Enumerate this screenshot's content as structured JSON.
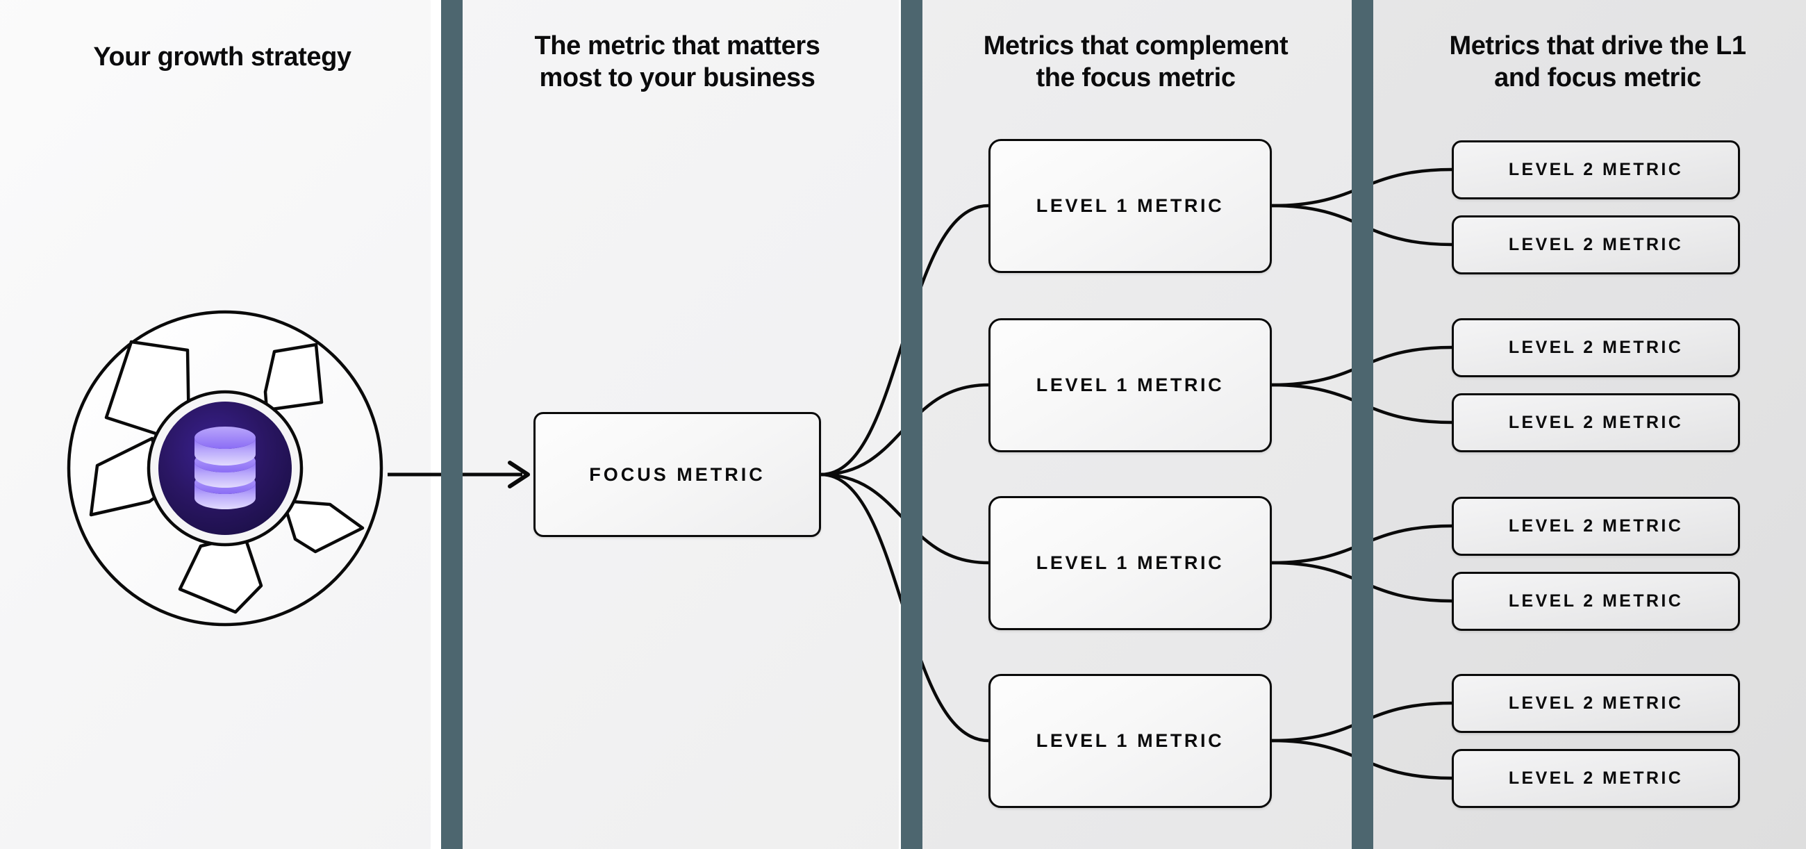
{
  "columns": [
    {
      "id": "growth-strategy",
      "header": "Your growth strategy"
    },
    {
      "id": "focus-metric",
      "header": "The metric that matters most to your business"
    },
    {
      "id": "complementary-metrics",
      "header": "Metrics that complement the focus metric"
    },
    {
      "id": "driver-metrics",
      "header": "Metrics that drive the L1 and focus metric"
    }
  ],
  "headers": {
    "col1": "Your growth strategy",
    "col2_line1": "The metric that matters",
    "col2_line2": "most to your business",
    "col3_line1": "Metrics that complement",
    "col3_line2": "the focus metric",
    "col4_line1": "Metrics that drive the L1",
    "col4_line2": "and focus metric"
  },
  "graphic": {
    "name": "growth-strategy-pinwheel",
    "icon": "database-stack-icon",
    "inner_circle_color": "#2a1a63",
    "icon_color": "#a78bfa",
    "icon_highlight_color": "#d7cdfd",
    "outline_color": "#0a0a0a"
  },
  "focus_metric": {
    "label": "FOCUS METRIC"
  },
  "level1_metrics": [
    {
      "label": "LEVEL 1 METRIC"
    },
    {
      "label": "LEVEL 1 METRIC"
    },
    {
      "label": "LEVEL 1 METRIC"
    },
    {
      "label": "LEVEL 1 METRIC"
    }
  ],
  "level2_metrics": [
    {
      "label": "LEVEL 2 METRIC"
    },
    {
      "label": "LEVEL 2 METRIC"
    },
    {
      "label": "LEVEL 2 METRIC"
    },
    {
      "label": "LEVEL 2 METRIC"
    },
    {
      "label": "LEVEL 2 METRIC"
    },
    {
      "label": "LEVEL 2 METRIC"
    },
    {
      "label": "LEVEL 2 METRIC"
    },
    {
      "label": "LEVEL 2 METRIC"
    }
  ],
  "colors": {
    "divider": "#4d666f",
    "panel_1": "#f7f7f8",
    "panel_2": "#f2f2f3",
    "panel_3": "#eaeaeb",
    "panel_4": "#e2e2e3",
    "stroke": "#0a0a0a",
    "accent_purple": "#6d4df6"
  }
}
